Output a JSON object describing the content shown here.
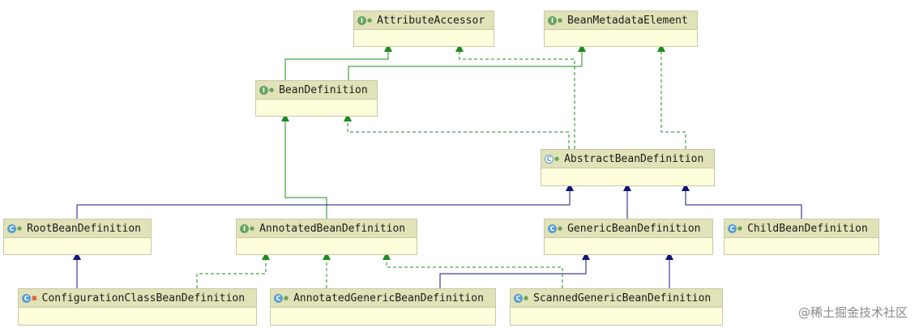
{
  "colors": {
    "node_head": "#e2e2b8",
    "node_body": "#fefedd",
    "implements_edge": "#1d8a1d",
    "extends_edge": "#14147a"
  },
  "nodes": [
    {
      "id": "AttributeAccessor",
      "label": "AttributeAccessor",
      "kind": "interface",
      "icon": "interface-icon"
    },
    {
      "id": "BeanMetadataElement",
      "label": "BeanMetadataElement",
      "kind": "interface",
      "icon": "interface-icon"
    },
    {
      "id": "BeanDefinition",
      "label": "BeanDefinition",
      "kind": "interface",
      "icon": "interface-icon"
    },
    {
      "id": "AbstractBeanDefinition",
      "label": "AbstractBeanDefinition",
      "kind": "abstract-class",
      "icon": "abstract-class-icon"
    },
    {
      "id": "RootBeanDefinition",
      "label": "RootBeanDefinition",
      "kind": "class",
      "icon": "class-icon"
    },
    {
      "id": "AnnotatedBeanDefinition",
      "label": "AnnotatedBeanDefinition",
      "kind": "interface",
      "icon": "interface-icon"
    },
    {
      "id": "GenericBeanDefinition",
      "label": "GenericBeanDefinition",
      "kind": "class",
      "icon": "class-icon"
    },
    {
      "id": "ChildBeanDefinition",
      "label": "ChildBeanDefinition",
      "kind": "class",
      "icon": "class-icon"
    },
    {
      "id": "ConfigurationClassBeanDefinition",
      "label": "ConfigurationClassBeanDefinition",
      "kind": "class",
      "icon": "class-icon"
    },
    {
      "id": "AnnotatedGenericBeanDefinition",
      "label": "AnnotatedGenericBeanDefinition",
      "kind": "class",
      "icon": "class-icon"
    },
    {
      "id": "ScannedGenericBeanDefinition",
      "label": "ScannedGenericBeanDefinition",
      "kind": "class",
      "icon": "class-icon"
    }
  ],
  "relations": [
    {
      "from": "BeanDefinition",
      "to": "AttributeAccessor",
      "type": "extends-interface"
    },
    {
      "from": "BeanDefinition",
      "to": "BeanMetadataElement",
      "type": "extends-interface"
    },
    {
      "from": "AbstractBeanDefinition",
      "to": "AttributeAccessor",
      "type": "implements"
    },
    {
      "from": "AbstractBeanDefinition",
      "to": "BeanMetadataElement",
      "type": "implements"
    },
    {
      "from": "AbstractBeanDefinition",
      "to": "BeanDefinition",
      "type": "implements"
    },
    {
      "from": "AnnotatedBeanDefinition",
      "to": "BeanDefinition",
      "type": "extends-interface"
    },
    {
      "from": "RootBeanDefinition",
      "to": "AbstractBeanDefinition",
      "type": "extends"
    },
    {
      "from": "GenericBeanDefinition",
      "to": "AbstractBeanDefinition",
      "type": "extends"
    },
    {
      "from": "ChildBeanDefinition",
      "to": "AbstractBeanDefinition",
      "type": "extends"
    },
    {
      "from": "ConfigurationClassBeanDefinition",
      "to": "RootBeanDefinition",
      "type": "extends"
    },
    {
      "from": "ConfigurationClassBeanDefinition",
      "to": "AnnotatedBeanDefinition",
      "type": "implements"
    },
    {
      "from": "AnnotatedGenericBeanDefinition",
      "to": "AnnotatedBeanDefinition",
      "type": "implements"
    },
    {
      "from": "AnnotatedGenericBeanDefinition",
      "to": "GenericBeanDefinition",
      "type": "extends"
    },
    {
      "from": "ScannedGenericBeanDefinition",
      "to": "AnnotatedBeanDefinition",
      "type": "implements"
    },
    {
      "from": "ScannedGenericBeanDefinition",
      "to": "GenericBeanDefinition",
      "type": "extends"
    }
  ],
  "watermark": "@稀土掘金技术社区"
}
